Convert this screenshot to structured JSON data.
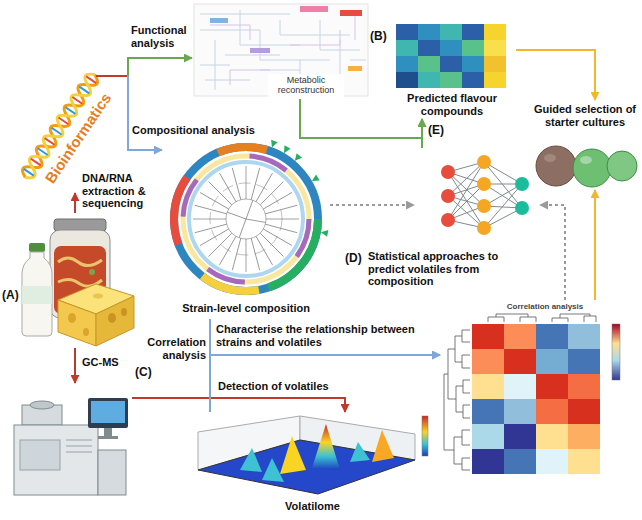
{
  "diagram": {
    "nodes": [
      {
        "text": [
          "(A)"
        ]
      },
      {
        "text": [
          "Bioinformatics"
        ]
      },
      {
        "text": [
          "Metabolic reconstruction"
        ]
      },
      {
        "text": [
          "Predicted flavour compounds"
        ]
      },
      {
        "text": [
          "Guided selection of starter cultures"
        ]
      },
      {
        "text": [
          "Statistical approaches to predict volatiles from composition"
        ]
      },
      {
        "text": [
          "Strain-level composition"
        ]
      },
      {
        "text": [
          "Correlation analysis"
        ]
      },
      {
        "text": [
          "GC-MS"
        ]
      },
      {
        "text": [
          "Volatilome"
        ]
      }
    ],
    "edges": [
      {
        "from": 0,
        "to": 1,
        "arrow": "to",
        "label": "DNA/RNA extraction & sequencing"
      },
      {
        "from": 1,
        "to": 2,
        "arrow": "to",
        "label": "Functional analysis"
      },
      {
        "from": 1,
        "to": 6,
        "arrow": "to",
        "label": "Compositional analysis"
      },
      {
        "from": 2,
        "to": 3,
        "arrow": "to"
      },
      {
        "from": 5,
        "to": 3,
        "arrow": "to"
      },
      {
        "from": 3,
        "to": 4,
        "arrow": "to"
      },
      {
        "from": 7,
        "to": 4,
        "arrow": "to"
      },
      {
        "from": 6,
        "to": 5,
        "arrow": "to"
      },
      {
        "from": 7,
        "to": 5,
        "arrow": "to"
      },
      {
        "from": 0,
        "to": 8,
        "arrow": "to"
      },
      {
        "from": 8,
        "to": 9,
        "arrow": "to",
        "label": "Detection of volatiles"
      },
      {
        "from": 6,
        "to": 7,
        "arrow": "to",
        "label": "Characterise the relationship between strains and volatiles"
      },
      {
        "from": 9,
        "to": 7,
        "arrow": "to"
      }
    ],
    "labels": [
      "(B)",
      "(C)",
      "(D)",
      "(E)",
      "Correlation analysis"
    ]
  }
}
